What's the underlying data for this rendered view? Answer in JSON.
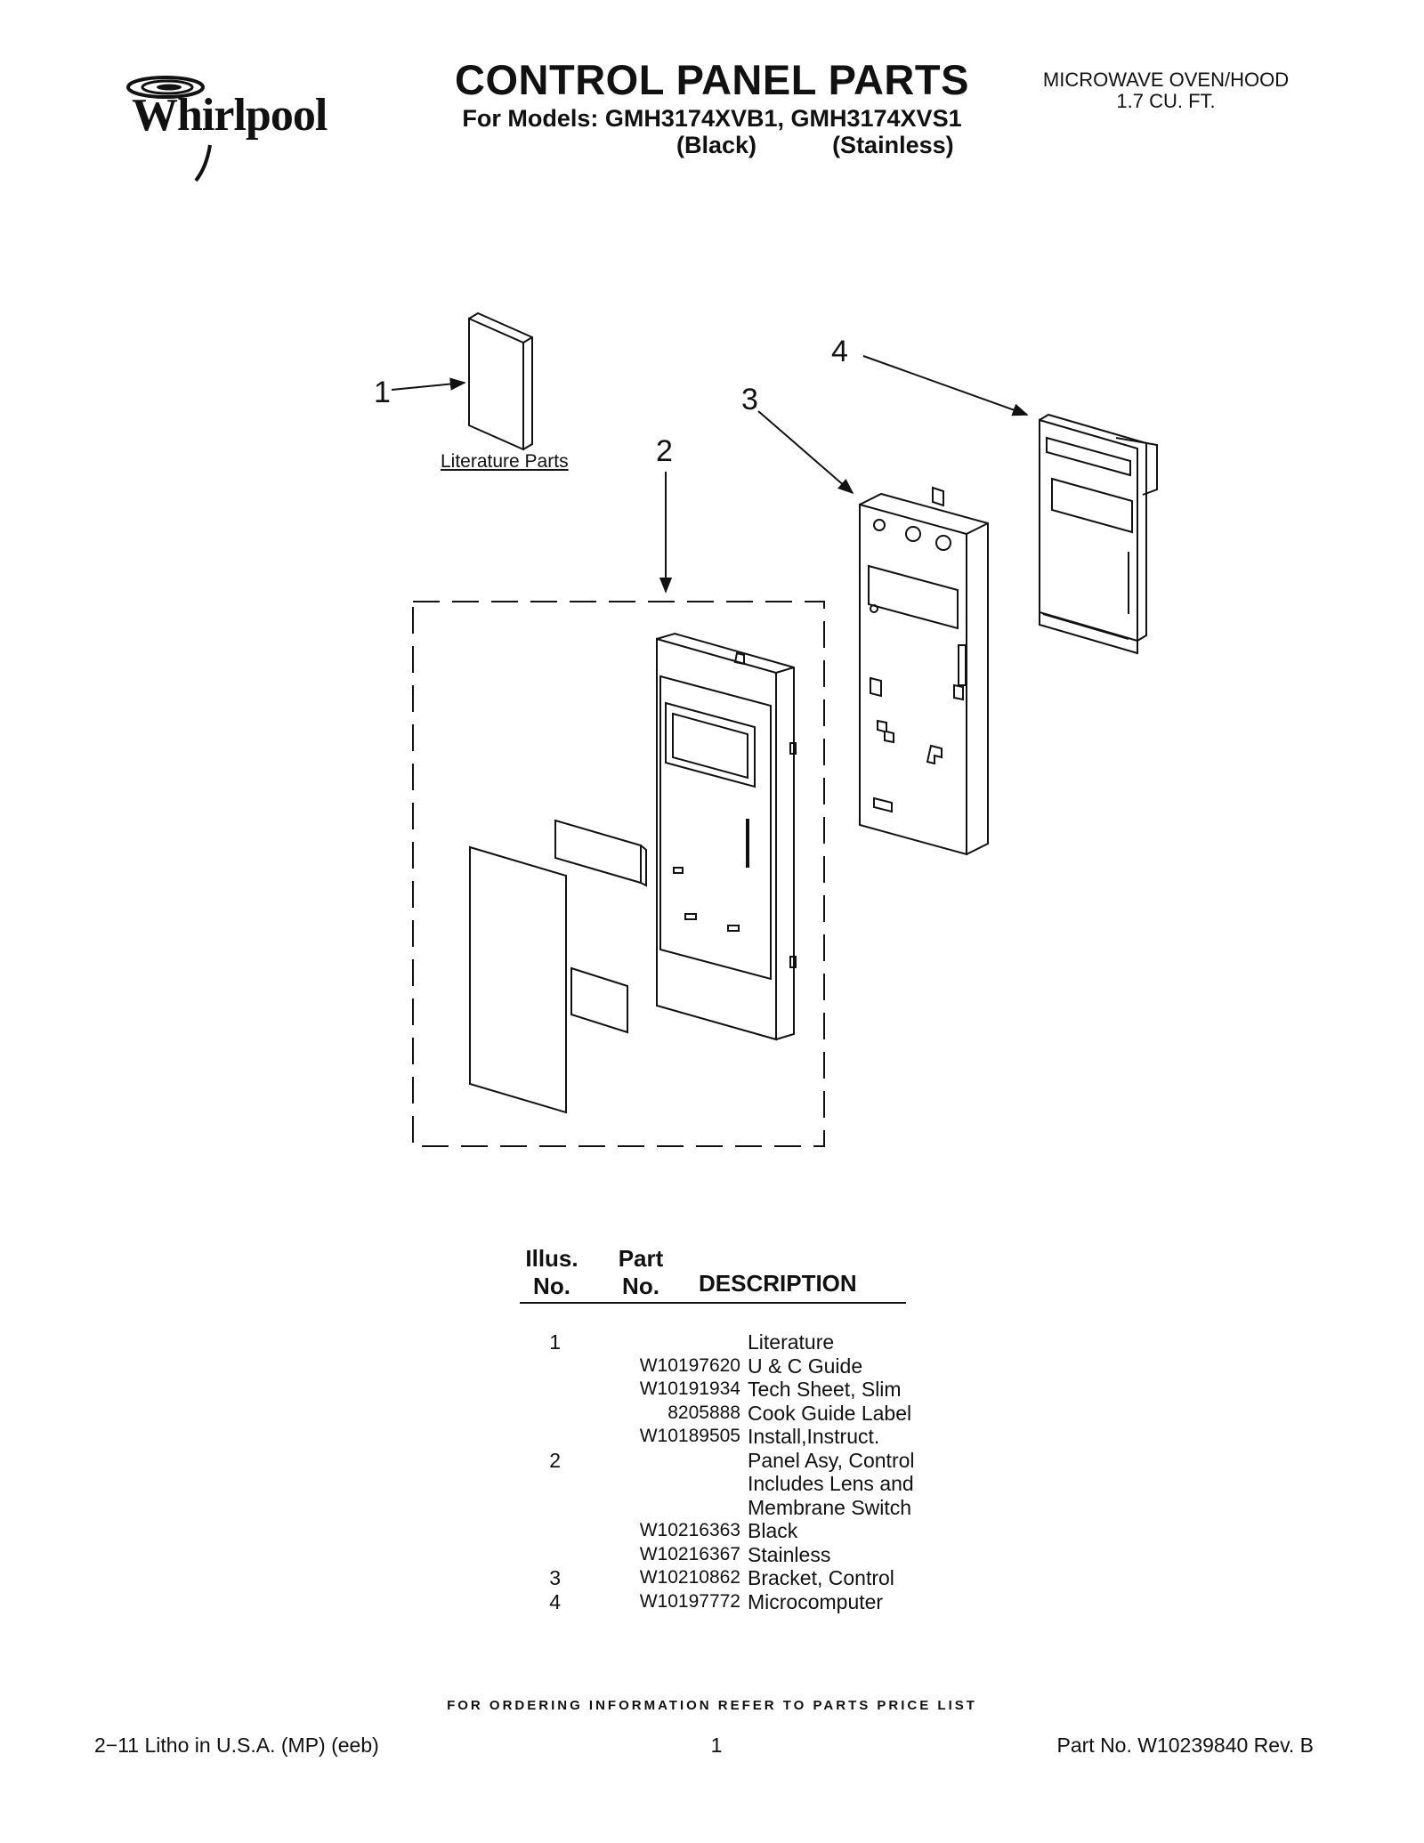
{
  "brand": {
    "name": "Whirlpool"
  },
  "header": {
    "title": "CONTROL PANEL PARTS",
    "models": "For Models: GMH3174XVB1, GMH3174XVS1",
    "variant_black": "(Black)",
    "variant_stainless": "(Stainless)",
    "product_line1": "MICROWAVE OVEN/HOOD",
    "product_line2": "1.7 CU. FT."
  },
  "diagram": {
    "callouts": [
      "1",
      "2",
      "3",
      "4"
    ],
    "literature_caption": "Literature Parts"
  },
  "table": {
    "headers": {
      "illus_line1": "Illus.",
      "illus_line2": "No.",
      "part_line1": "Part",
      "part_line2": "No.",
      "description": "DESCRIPTION"
    },
    "rows": [
      {
        "illus": "1",
        "part": "",
        "description": "Literature"
      },
      {
        "illus": "",
        "part": "W10197620",
        "description": "U & C Guide"
      },
      {
        "illus": "",
        "part": "W10191934",
        "description": "Tech Sheet, Slim"
      },
      {
        "illus": "",
        "part": "8205888",
        "description": "Cook Guide Label"
      },
      {
        "illus": "",
        "part": "W10189505",
        "description": "Install,Instruct."
      },
      {
        "illus": "2",
        "part": "",
        "description": "Panel Asy, Control"
      },
      {
        "illus": "",
        "part": "",
        "description": "Includes Lens and"
      },
      {
        "illus": "",
        "part": "",
        "description": "Membrane Switch"
      },
      {
        "illus": "",
        "part": "W10216363",
        "description": "Black"
      },
      {
        "illus": "",
        "part": "W10216367",
        "description": "Stainless"
      },
      {
        "illus": "3",
        "part": "W10210862",
        "description": "Bracket, Control"
      },
      {
        "illus": "4",
        "part": "W10197772",
        "description": "Microcomputer"
      }
    ]
  },
  "footer": {
    "order_note": "FOR ORDERING INFORMATION REFER TO PARTS PRICE LIST",
    "litho": "2−11 Litho in U.S.A. (MP) (eeb)",
    "page": "1",
    "part_no": "Part No. W10239840 Rev. B"
  }
}
